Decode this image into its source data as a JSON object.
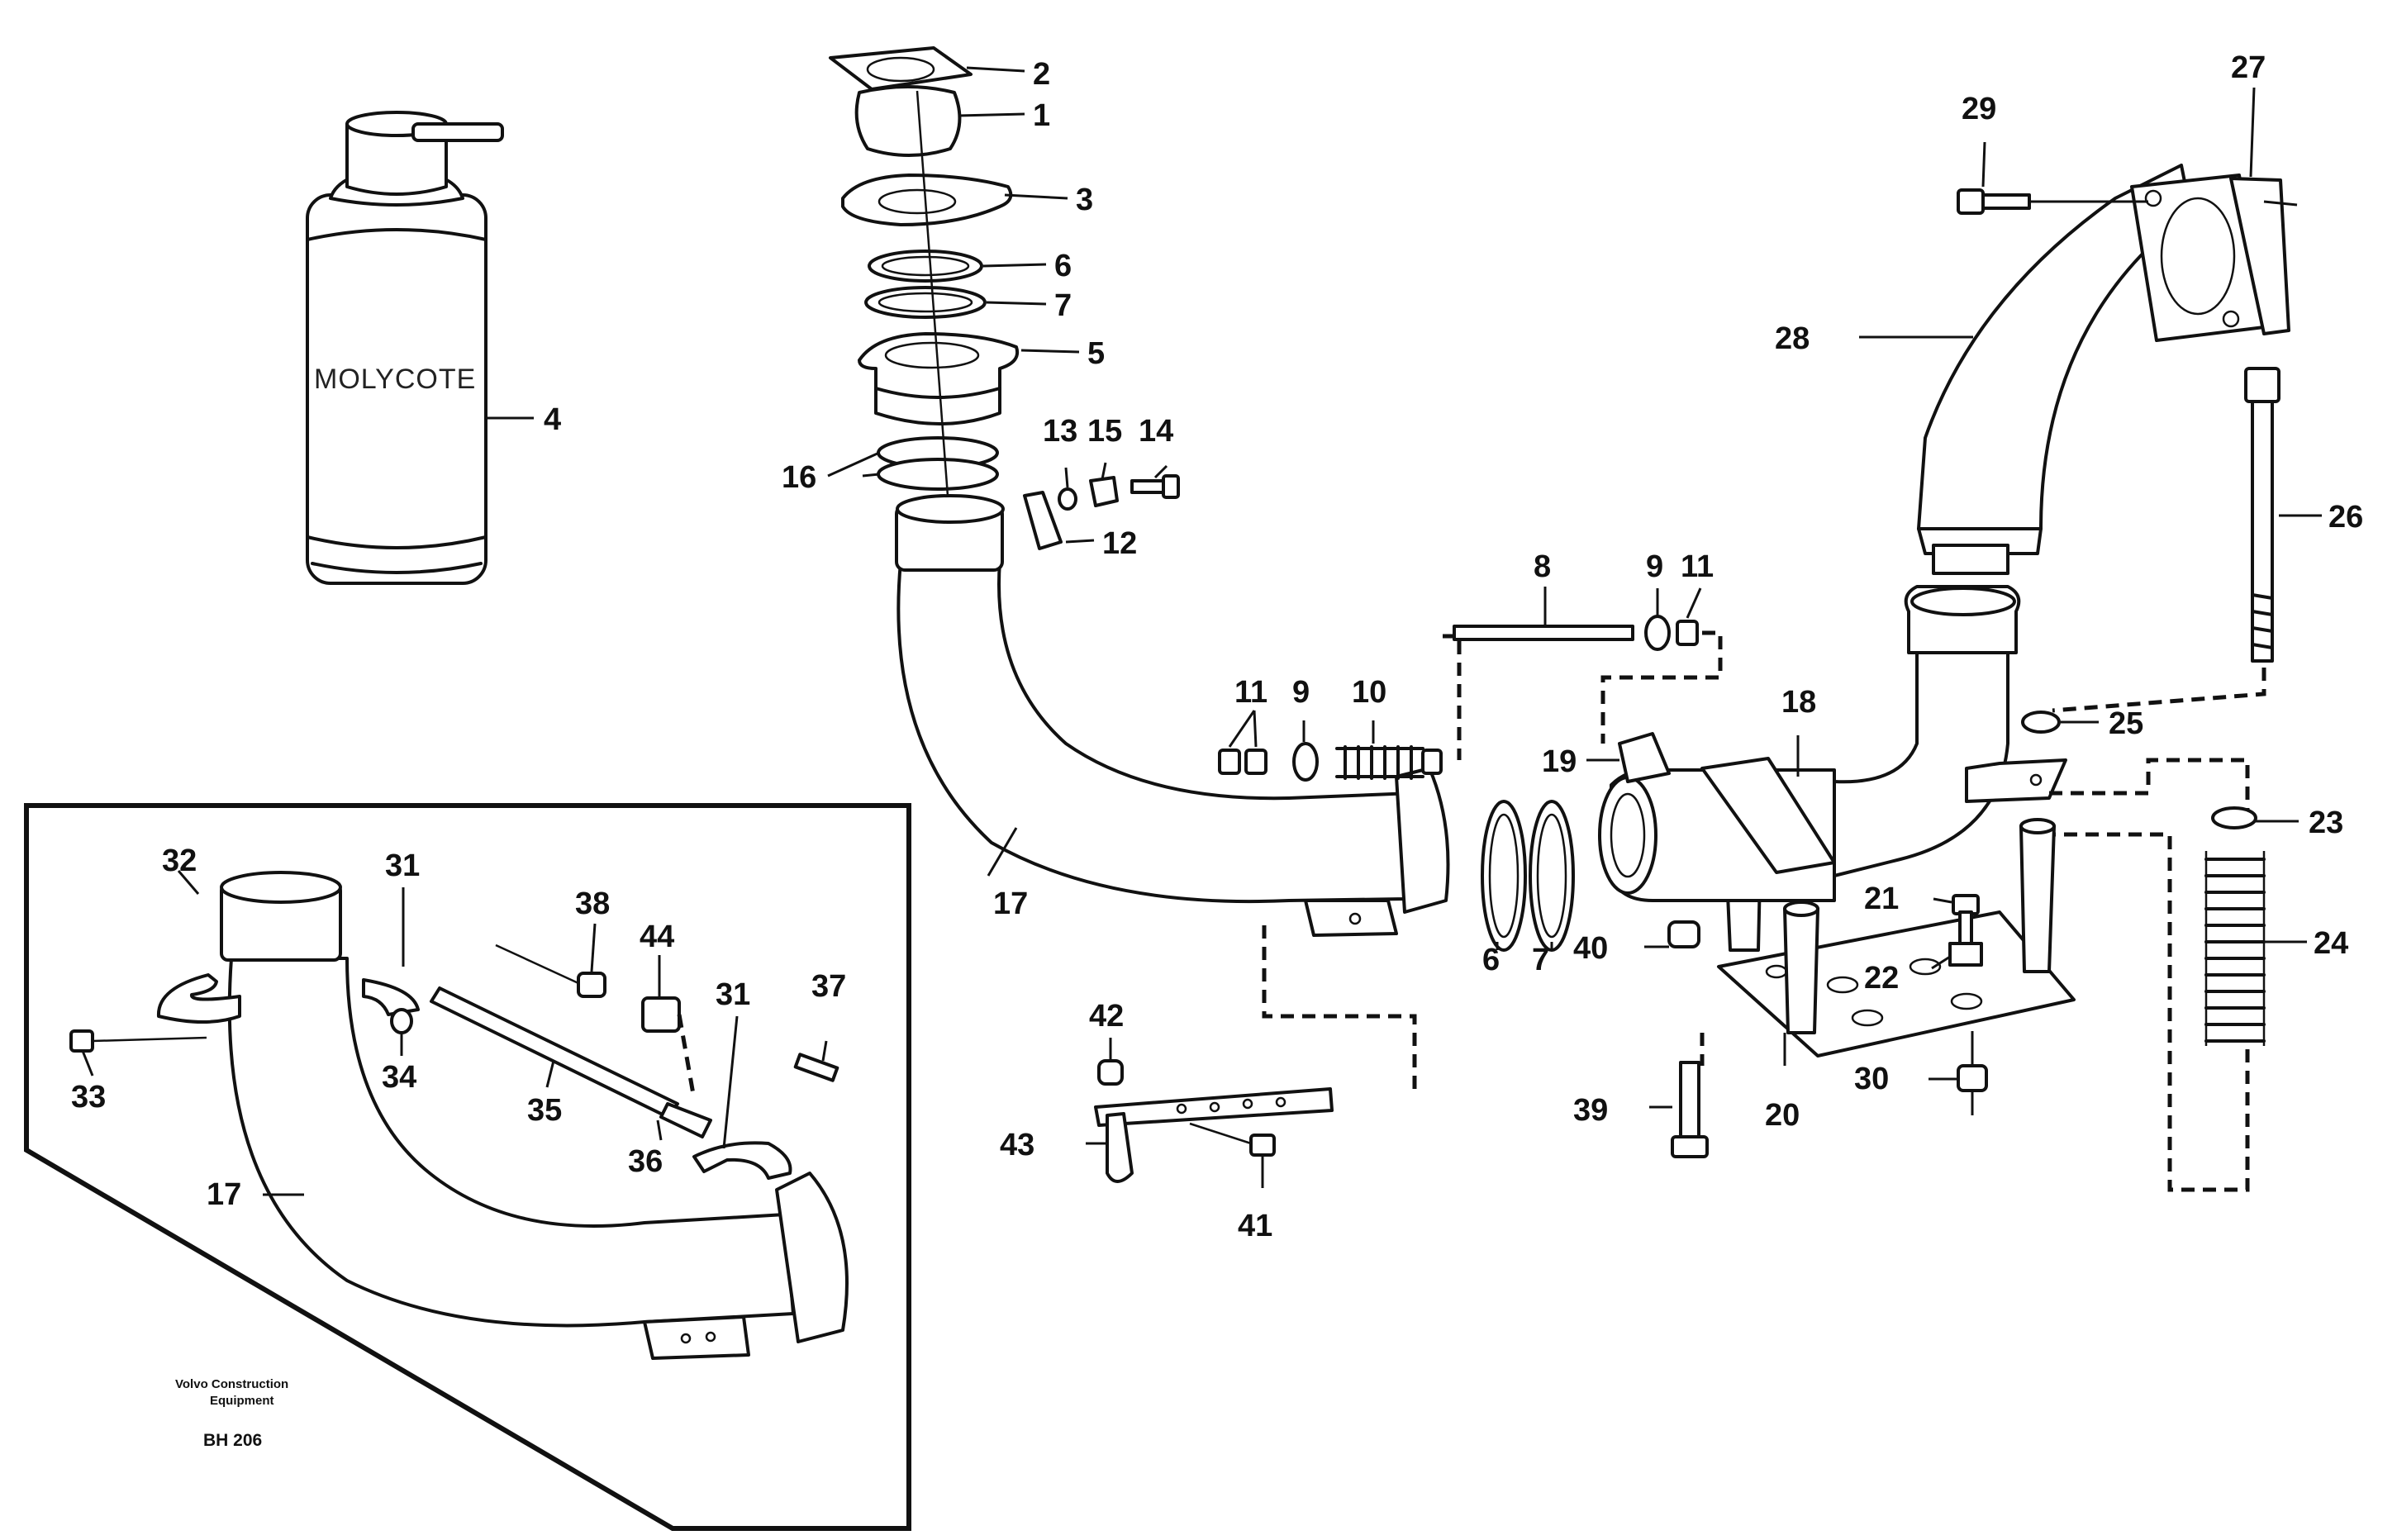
{
  "title": "",
  "can_label": "MOLYCOTE",
  "credit": {
    "line1": "Volvo Construction",
    "line2": "Equipment",
    "code": "BH 206"
  },
  "callouts": [
    {
      "id": "c2",
      "text": "2"
    },
    {
      "id": "c1",
      "text": "1"
    },
    {
      "id": "c3",
      "text": "3"
    },
    {
      "id": "c6a",
      "text": "6"
    },
    {
      "id": "c7a",
      "text": "7"
    },
    {
      "id": "c5",
      "text": "5"
    },
    {
      "id": "c4",
      "text": "4"
    },
    {
      "id": "c16",
      "text": "16"
    },
    {
      "id": "c13",
      "text": "13"
    },
    {
      "id": "c15",
      "text": "15"
    },
    {
      "id": "c14",
      "text": "14"
    },
    {
      "id": "c12",
      "text": "12"
    },
    {
      "id": "c8",
      "text": "8"
    },
    {
      "id": "c9a",
      "text": "9"
    },
    {
      "id": "c11a",
      "text": "11"
    },
    {
      "id": "c11b",
      "text": "11"
    },
    {
      "id": "c9b",
      "text": "9"
    },
    {
      "id": "c10",
      "text": "10"
    },
    {
      "id": "c17a",
      "text": "17"
    },
    {
      "id": "c19",
      "text": "19"
    },
    {
      "id": "c18",
      "text": "18"
    },
    {
      "id": "c6b",
      "text": "6"
    },
    {
      "id": "c7b",
      "text": "7"
    },
    {
      "id": "c40",
      "text": "40"
    },
    {
      "id": "c21",
      "text": "21"
    },
    {
      "id": "c22",
      "text": "22"
    },
    {
      "id": "c20",
      "text": "20"
    },
    {
      "id": "c39",
      "text": "39"
    },
    {
      "id": "c30",
      "text": "30"
    },
    {
      "id": "c42",
      "text": "42"
    },
    {
      "id": "c43",
      "text": "43"
    },
    {
      "id": "c41",
      "text": "41"
    },
    {
      "id": "c29",
      "text": "29"
    },
    {
      "id": "c27",
      "text": "27"
    },
    {
      "id": "c28",
      "text": "28"
    },
    {
      "id": "c26",
      "text": "26"
    },
    {
      "id": "c25",
      "text": "25"
    },
    {
      "id": "c23",
      "text": "23"
    },
    {
      "id": "c24",
      "text": "24"
    },
    {
      "id": "c32",
      "text": "32"
    },
    {
      "id": "c31a",
      "text": "31"
    },
    {
      "id": "c38",
      "text": "38"
    },
    {
      "id": "c44",
      "text": "44"
    },
    {
      "id": "c31b",
      "text": "31"
    },
    {
      "id": "c37",
      "text": "37"
    },
    {
      "id": "c33",
      "text": "33"
    },
    {
      "id": "c34",
      "text": "34"
    },
    {
      "id": "c35",
      "text": "35"
    },
    {
      "id": "c36",
      "text": "36"
    },
    {
      "id": "c17b",
      "text": "17"
    }
  ]
}
